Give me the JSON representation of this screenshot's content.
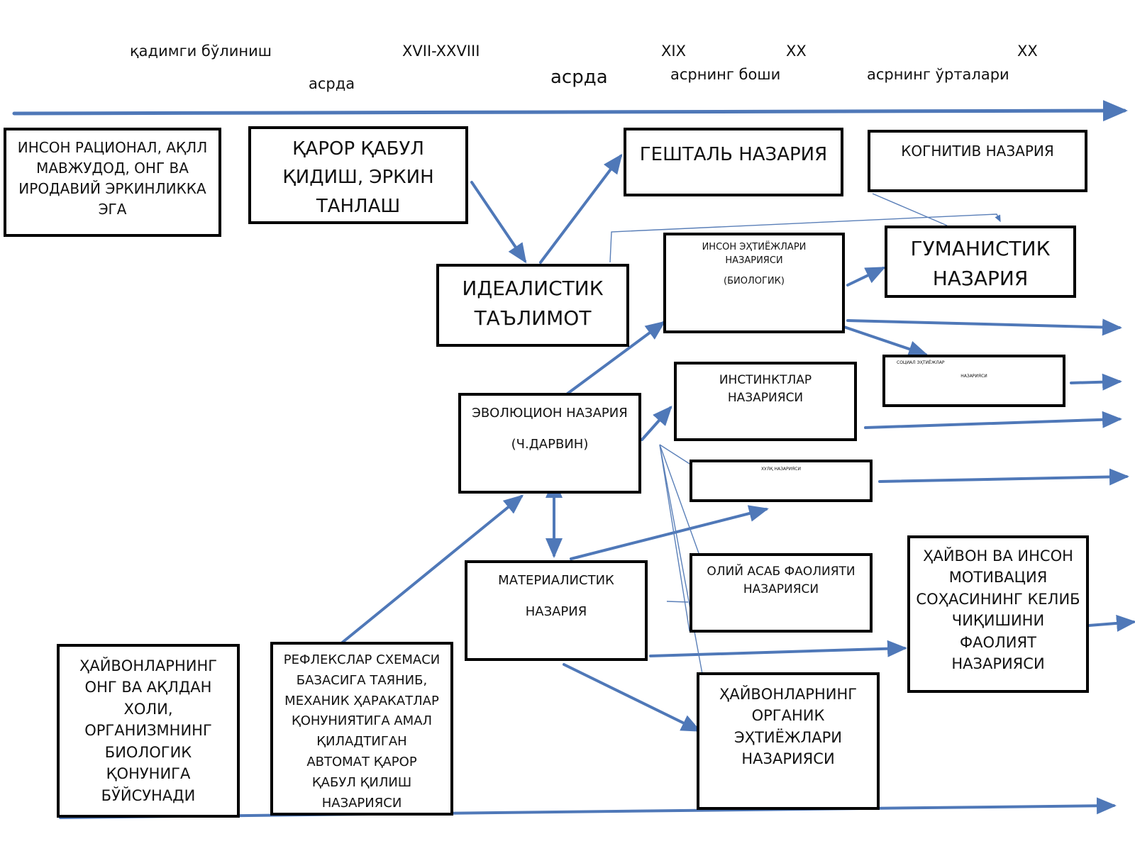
{
  "timeline": {
    "top_labels": [
      "қадимги бўлиниш",
      "XVII-XXVIII",
      "асрда",
      "асрда",
      "XIX",
      "асрнинг боши",
      "XX",
      "асрнинг ўрталари",
      "XX"
    ]
  },
  "boxes": {
    "inson_ratsional": "ИНСОН РАЦИОНАЛ, АҚЛЛ\nМАВЖУДОД, ОНГ ВА\nИРОДАВИЙ ЭРКИНЛИККА\nЭГА",
    "qaror_qabul": "ҚАРОР ҚАБУЛ\nҚИДИШ, ЭРКИН\nТАНЛАШ",
    "gestalt": "ГЕШТАЛЬ НАЗАРИЯ",
    "kognitiv": "КОГНИТИВ НАЗАРИЯ",
    "idealistik": "ИДЕАЛИСТИК\nТАЪЛИМОТ",
    "ehtiyojlar_title": "ИНСОН ЭҲТИЁЖЛАРИ\nНАЗАРИЯСИ",
    "ehtiyojlar_sub": "(БИОЛОГИК)",
    "gumanistik": "ГУМАНИСТИК\nНАЗАРИЯ",
    "ijtimoiy_line1": "СОЦИАЛ  ЭҲТИЁЖЛАР",
    "ijtimoiy_line2": "НАЗАРИЯСИ",
    "instinktlar": "ИНСТИНКТЛАР\nНАЗАРИЯСИ",
    "evolyutsion_title": "ЭВОЛЮЦИОН НАЗАРИЯ",
    "evolyutsion_sub": "(Ч.ДАРВИН)",
    "xulq": "ХУЛҚ НАЗАРИЯСИ",
    "materialistik_title": "МАТЕРИАЛИСТИК",
    "materialistik_sub": "НАЗАРИЯ",
    "oliy_asab": "ОЛИЙ АСАБ ФАОЛИЯТИ\nНАЗАРИЯСИ",
    "hayvon_inson": "ҲАЙВОН ВА ИНСОН\nМОТИВАЦИЯ\nСОҲАСИНИНГ КЕЛИБ\nЧИҚИШИНИ\nФАОЛИЯТ\nНАЗАРИЯСИ",
    "hayvonlar_ong": "ҲАЙВОНЛАРНИНГ\nОНГ ВА АҚЛДАН\nХОЛИ,\nОРГАНИЗМНИНГ\nБИОЛОГИК\nҚОНУНИГА\nБЎЙСУНАДИ",
    "refleks": "РЕФЛЕКСЛАР СХЕМАСИ\nБАЗАСИГА ТАЯНИБ,\nМЕХАНИК ҲАРАКАТЛАР\nҚОНУНИЯТИГА АМАЛ\nҚИЛАДТИГАН\nАВТОМАТ ҚАРОР\nҚАБУЛ ҚИЛИШ\nНАЗАРИЯСИ",
    "organik": "ҲАЙВОНЛАРНИНГ\nОРГАНИК\nЭҲТИЁЖЛАРИ\nНАЗАРИЯСИ"
  },
  "colors": {
    "arrow": "#4f78b8",
    "thin_line": "#5a7fb8",
    "border": "#000000"
  }
}
